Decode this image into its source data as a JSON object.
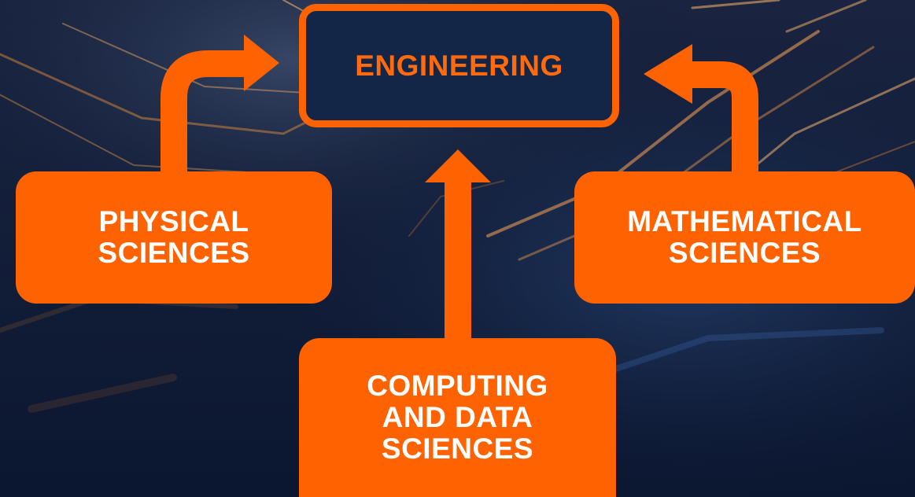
{
  "diagram": {
    "target": {
      "label": "ENGINEERING"
    },
    "sources": [
      {
        "id": "physical",
        "label": "PHYSICAL\nSCIENCES"
      },
      {
        "id": "mathematical",
        "label": "MATHEMATICAL\nSCIENCES"
      },
      {
        "id": "computing",
        "label": "COMPUTING\nAND DATA\nSCIENCES"
      }
    ],
    "colors": {
      "accent": "#ff6200",
      "target_fill": "#142647",
      "background": "#0e1a33",
      "source_text": "#ffffff",
      "target_text": "#ff6a0d"
    }
  }
}
